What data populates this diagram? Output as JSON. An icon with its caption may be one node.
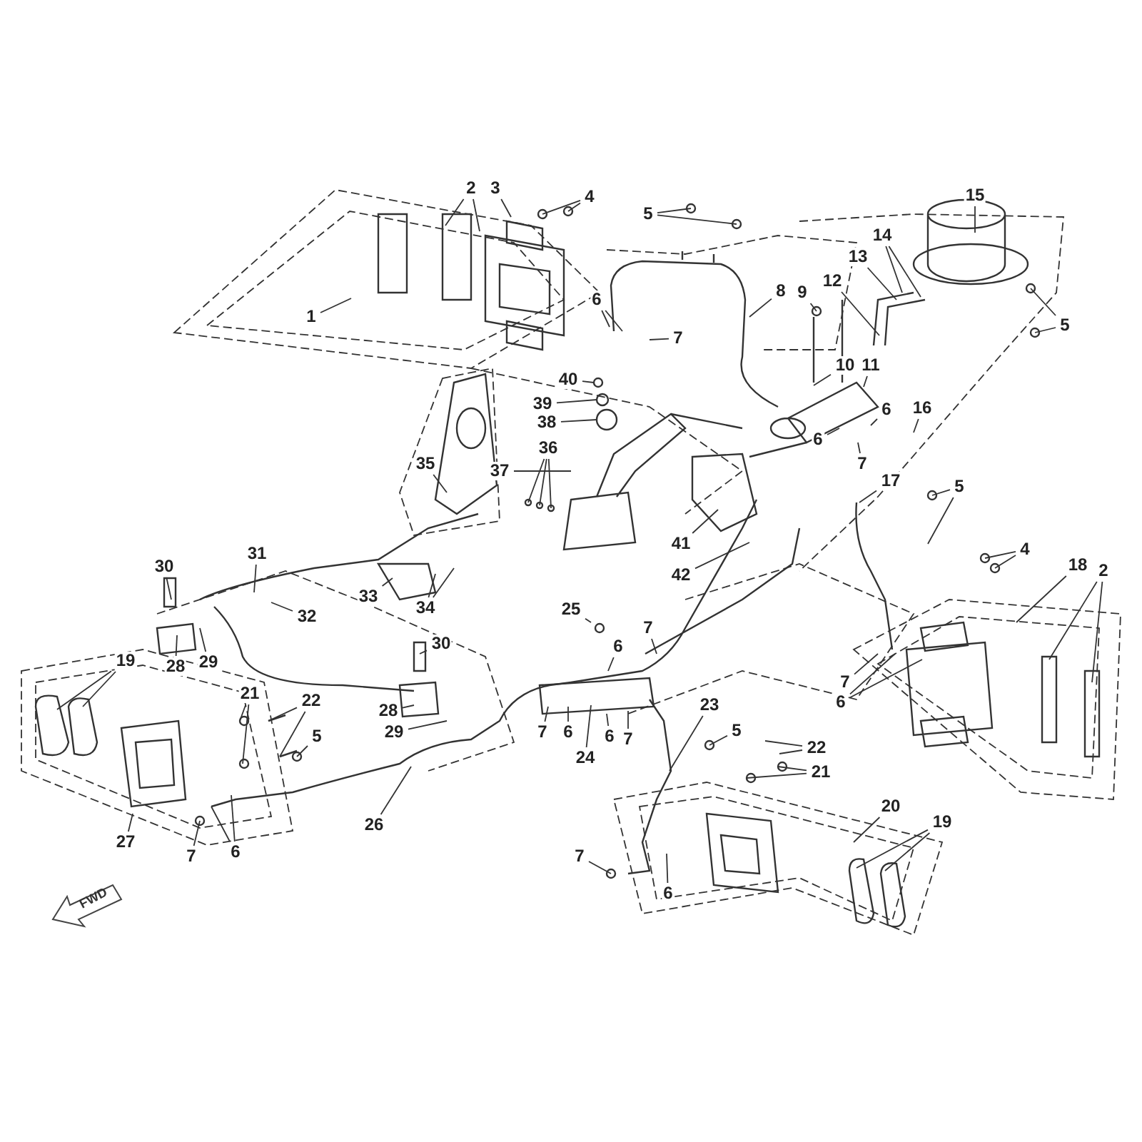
{
  "diagram": {
    "nodes": [
      {
        "text": [
          "1"
        ]
      },
      {
        "text": [
          "2"
        ]
      },
      {
        "text": [
          "3"
        ]
      },
      {
        "text": [
          "4"
        ]
      },
      {
        "text": [
          "5"
        ]
      },
      {
        "text": [
          "6"
        ]
      },
      {
        "text": [
          "7"
        ]
      },
      {
        "text": [
          "8"
        ]
      },
      {
        "text": [
          "9"
        ]
      },
      {
        "text": [
          "15"
        ]
      },
      {
        "text": [
          "14"
        ]
      },
      {
        "text": [
          "13"
        ]
      },
      {
        "text": [
          "12"
        ]
      },
      {
        "text": [
          "5"
        ]
      },
      {
        "text": [
          "10"
        ]
      },
      {
        "text": [
          "11"
        ]
      },
      {
        "text": [
          "6"
        ]
      },
      {
        "text": [
          "16"
        ]
      },
      {
        "text": [
          "40"
        ]
      },
      {
        "text": [
          "39"
        ]
      },
      {
        "text": [
          "38"
        ]
      },
      {
        "text": [
          "6"
        ]
      },
      {
        "text": [
          "35"
        ]
      },
      {
        "text": [
          "36"
        ]
      },
      {
        "text": [
          "37"
        ]
      },
      {
        "text": [
          "7"
        ]
      },
      {
        "text": [
          "17"
        ]
      },
      {
        "text": [
          "5"
        ]
      },
      {
        "text": [
          "41"
        ]
      },
      {
        "text": [
          "4"
        ]
      },
      {
        "text": [
          "31"
        ]
      },
      {
        "text": [
          "30"
        ]
      },
      {
        "text": [
          "18"
        ]
      },
      {
        "text": [
          "2"
        ]
      },
      {
        "text": [
          "42"
        ]
      },
      {
        "text": [
          "33"
        ]
      },
      {
        "text": [
          "34"
        ]
      },
      {
        "text": [
          "25"
        ]
      },
      {
        "text": [
          "32"
        ]
      },
      {
        "text": [
          "7"
        ]
      },
      {
        "text": [
          "6"
        ]
      },
      {
        "text": [
          "30"
        ]
      },
      {
        "text": [
          "19"
        ]
      },
      {
        "text": [
          "28"
        ]
      },
      {
        "text": [
          "29"
        ]
      },
      {
        "text": [
          "21"
        ]
      },
      {
        "text": [
          "22"
        ]
      },
      {
        "text": [
          "7"
        ]
      },
      {
        "text": [
          "6"
        ]
      },
      {
        "text": [
          "23"
        ]
      },
      {
        "text": [
          "28"
        ]
      },
      {
        "text": [
          "7"
        ]
      },
      {
        "text": [
          "6"
        ]
      },
      {
        "text": [
          "6"
        ]
      },
      {
        "text": [
          "7"
        ]
      },
      {
        "text": [
          "29"
        ]
      },
      {
        "text": [
          "5"
        ]
      },
      {
        "text": [
          "5"
        ]
      },
      {
        "text": [
          "24"
        ]
      },
      {
        "text": [
          "22"
        ]
      },
      {
        "text": [
          "21"
        ]
      },
      {
        "text": [
          "20"
        ]
      },
      {
        "text": [
          "19"
        ]
      },
      {
        "text": [
          "26"
        ]
      },
      {
        "text": [
          "27"
        ]
      },
      {
        "text": [
          "6"
        ]
      },
      {
        "text": [
          "7"
        ]
      },
      {
        "text": [
          "7"
        ]
      },
      {
        "text": [
          "6"
        ]
      },
      {
        "text": [
          "FWD"
        ]
      }
    ],
    "edges": [
      {
        "from": 0,
        "to": null,
        "arrow": "none"
      },
      {
        "from": 1,
        "to": null,
        "arrow": "none"
      },
      {
        "from": 1,
        "to": null,
        "arrow": "none"
      },
      {
        "from": 2,
        "to": null,
        "arrow": "none"
      },
      {
        "from": 3,
        "to": null,
        "arrow": "none"
      },
      {
        "from": 3,
        "to": null,
        "arrow": "none"
      },
      {
        "from": 4,
        "to": null,
        "arrow": "none"
      },
      {
        "from": 4,
        "to": null,
        "arrow": "none"
      },
      {
        "from": 5,
        "to": null,
        "arrow": "none"
      },
      {
        "from": 5,
        "to": null,
        "arrow": "none"
      },
      {
        "from": 6,
        "to": null,
        "arrow": "none"
      },
      {
        "from": 7,
        "to": null,
        "arrow": "none"
      },
      {
        "from": 8,
        "to": null,
        "arrow": "none"
      },
      {
        "from": 9,
        "to": null,
        "arrow": "none"
      },
      {
        "from": 10,
        "to": null,
        "arrow": "none"
      },
      {
        "from": 10,
        "to": null,
        "arrow": "none"
      },
      {
        "from": 11,
        "to": null,
        "arrow": "none"
      },
      {
        "from": 12,
        "to": null,
        "arrow": "none"
      },
      {
        "from": 13,
        "to": null,
        "arrow": "none"
      },
      {
        "from": 13,
        "to": null,
        "arrow": "none"
      },
      {
        "from": 14,
        "to": null,
        "arrow": "none"
      },
      {
        "from": 15,
        "to": null,
        "arrow": "none"
      },
      {
        "from": 16,
        "to": null,
        "arrow": "none"
      },
      {
        "from": 17,
        "to": null,
        "arrow": "none"
      },
      {
        "from": 18,
        "to": null,
        "arrow": "none"
      },
      {
        "from": 19,
        "to": null,
        "arrow": "none"
      },
      {
        "from": 20,
        "to": null,
        "arrow": "none"
      },
      {
        "from": 21,
        "to": null,
        "arrow": "none"
      },
      {
        "from": 22,
        "to": null,
        "arrow": "none"
      },
      {
        "from": 23,
        "to": null,
        "arrow": "none"
      },
      {
        "from": 23,
        "to": null,
        "arrow": "none"
      },
      {
        "from": 23,
        "to": null,
        "arrow": "none"
      },
      {
        "from": 24,
        "to": null,
        "arrow": "none"
      },
      {
        "from": 25,
        "to": null,
        "arrow": "none"
      },
      {
        "from": 26,
        "to": null,
        "arrow": "none"
      },
      {
        "from": 27,
        "to": null,
        "arrow": "none"
      },
      {
        "from": 27,
        "to": null,
        "arrow": "none"
      },
      {
        "from": 28,
        "to": null,
        "arrow": "none"
      },
      {
        "from": 29,
        "to": null,
        "arrow": "none"
      },
      {
        "from": 29,
        "to": null,
        "arrow": "none"
      },
      {
        "from": 30,
        "to": null,
        "arrow": "none"
      },
      {
        "from": 31,
        "to": null,
        "arrow": "none"
      },
      {
        "from": 32,
        "to": null,
        "arrow": "none"
      },
      {
        "from": 33,
        "to": null,
        "arrow": "none"
      },
      {
        "from": 33,
        "to": null,
        "arrow": "none"
      },
      {
        "from": 34,
        "to": null,
        "arrow": "none"
      },
      {
        "from": 35,
        "to": null,
        "arrow": "none"
      },
      {
        "from": 36,
        "to": null,
        "arrow": "none"
      },
      {
        "from": 36,
        "to": null,
        "arrow": "none"
      },
      {
        "from": 37,
        "to": null,
        "arrow": "none"
      },
      {
        "from": 38,
        "to": null,
        "arrow": "none"
      },
      {
        "from": 39,
        "to": null,
        "arrow": "none"
      },
      {
        "from": 40,
        "to": null,
        "arrow": "none"
      },
      {
        "from": 41,
        "to": null,
        "arrow": "none"
      },
      {
        "from": 42,
        "to": null,
        "arrow": "none"
      },
      {
        "from": 42,
        "to": null,
        "arrow": "none"
      },
      {
        "from": 43,
        "to": null,
        "arrow": "none"
      },
      {
        "from": 44,
        "to": null,
        "arrow": "none"
      },
      {
        "from": 45,
        "to": null,
        "arrow": "none"
      },
      {
        "from": 45,
        "to": null,
        "arrow": "none"
      },
      {
        "from": 46,
        "to": null,
        "arrow": "none"
      },
      {
        "from": 46,
        "to": null,
        "arrow": "none"
      },
      {
        "from": 47,
        "to": null,
        "arrow": "none"
      },
      {
        "from": 48,
        "to": null,
        "arrow": "none"
      },
      {
        "from": 48,
        "to": null,
        "arrow": "none"
      },
      {
        "from": 49,
        "to": null,
        "arrow": "none"
      },
      {
        "from": 50,
        "to": null,
        "arrow": "none"
      },
      {
        "from": 51,
        "to": null,
        "arrow": "none"
      },
      {
        "from": 52,
        "to": null,
        "arrow": "none"
      },
      {
        "from": 53,
        "to": null,
        "arrow": "none"
      },
      {
        "from": 54,
        "to": null,
        "arrow": "none"
      },
      {
        "from": 55,
        "to": null,
        "arrow": "none"
      },
      {
        "from": 56,
        "to": null,
        "arrow": "none"
      },
      {
        "from": 57,
        "to": null,
        "arrow": "none"
      },
      {
        "from": 58,
        "to": null,
        "arrow": "none"
      },
      {
        "from": 59,
        "to": null,
        "arrow": "none"
      },
      {
        "from": 59,
        "to": null,
        "arrow": "none"
      },
      {
        "from": 60,
        "to": null,
        "arrow": "none"
      },
      {
        "from": 60,
        "to": null,
        "arrow": "none"
      },
      {
        "from": 61,
        "to": null,
        "arrow": "none"
      },
      {
        "from": 62,
        "to": null,
        "arrow": "none"
      },
      {
        "from": 62,
        "to": null,
        "arrow": "none"
      },
      {
        "from": 63,
        "to": null,
        "arrow": "none"
      },
      {
        "from": 64,
        "to": null,
        "arrow": "none"
      },
      {
        "from": 65,
        "to": null,
        "arrow": "none"
      },
      {
        "from": 65,
        "to": null,
        "arrow": "none"
      },
      {
        "from": 66,
        "to": null,
        "arrow": "none"
      },
      {
        "from": 67,
        "to": null,
        "arrow": "none"
      },
      {
        "from": 68,
        "to": null,
        "arrow": "none"
      }
    ]
  }
}
